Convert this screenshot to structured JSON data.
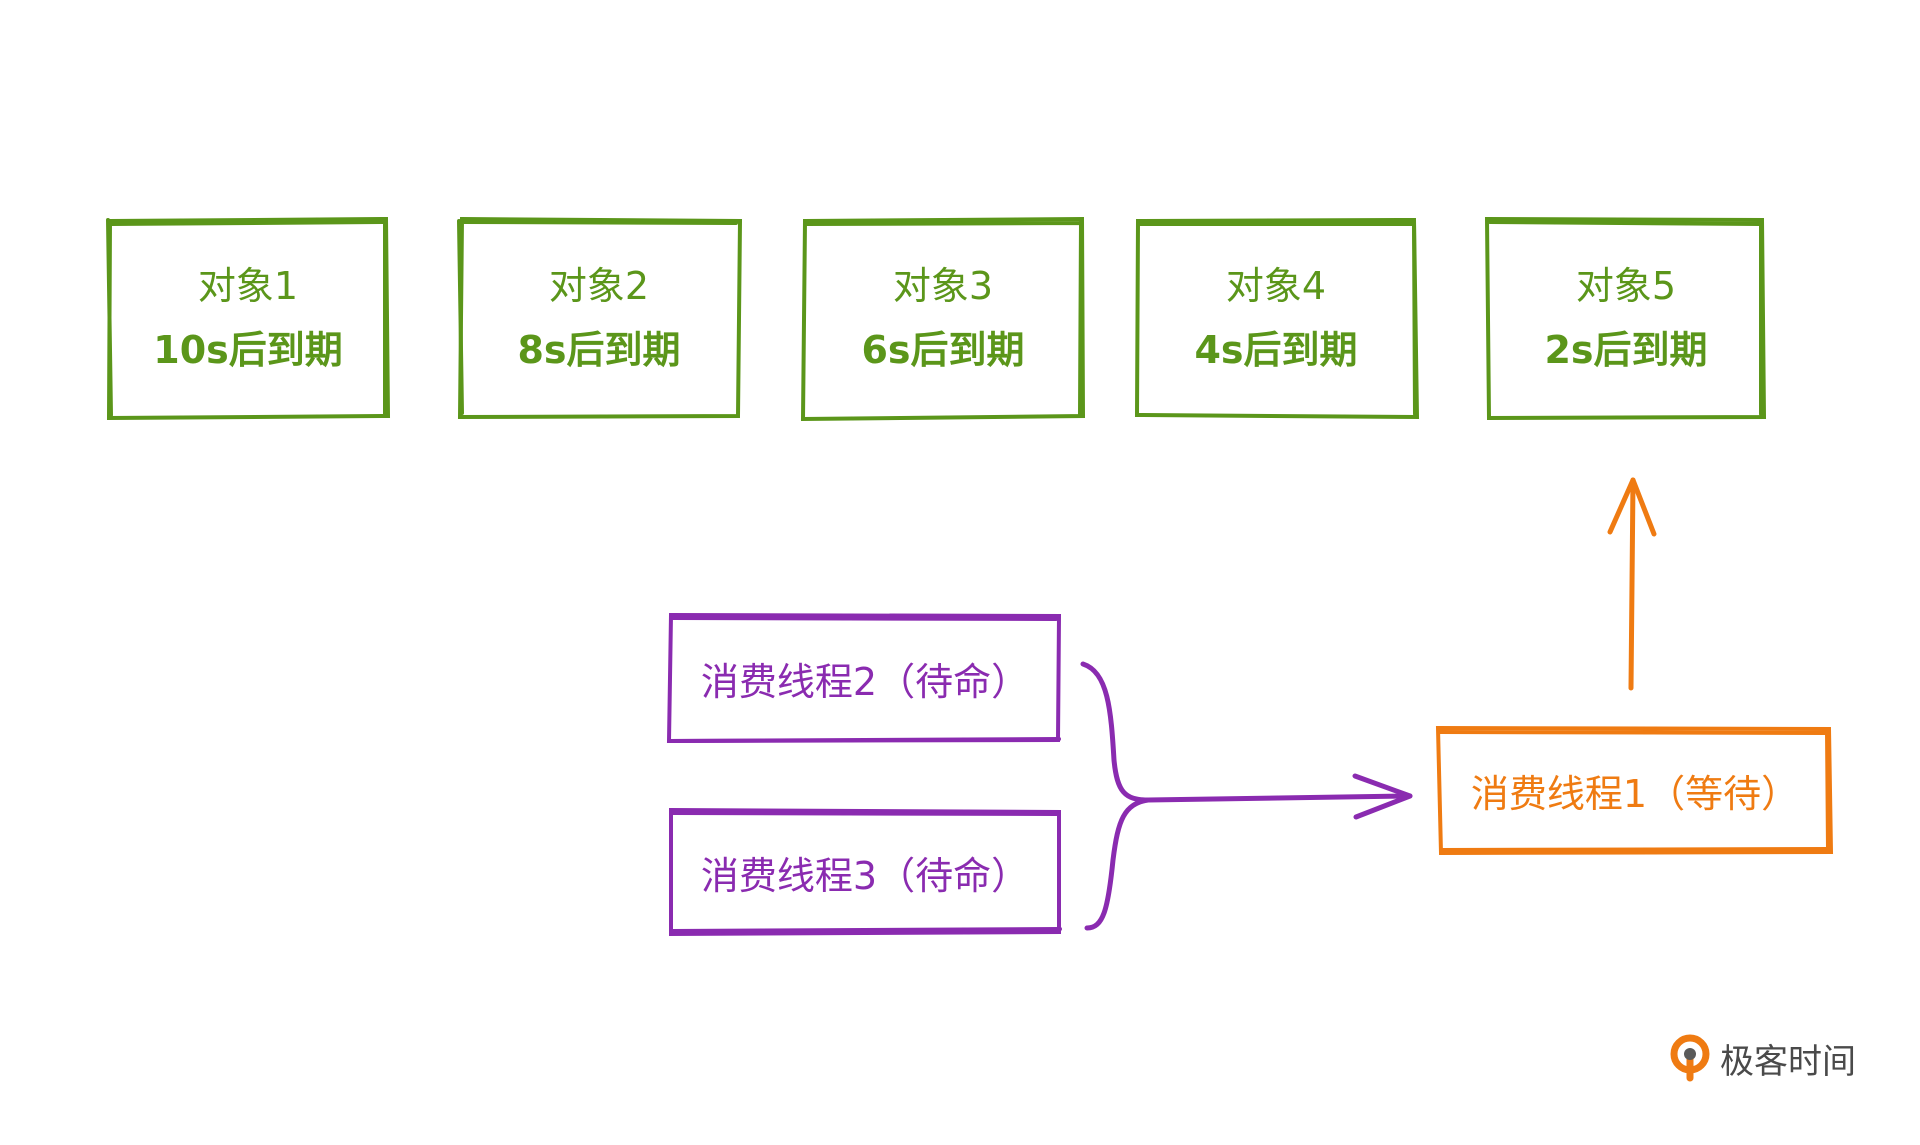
{
  "objects": [
    {
      "title": "对象1",
      "expiry": "10s后到期"
    },
    {
      "title": "对象2",
      "expiry": "8s后到期"
    },
    {
      "title": "对象3",
      "expiry": "6s后到期"
    },
    {
      "title": "对象4",
      "expiry": "4s后到期"
    },
    {
      "title": "对象5",
      "expiry": "2s后到期"
    }
  ],
  "threads": {
    "standby_2": "消费线程2（待命）",
    "standby_3": "消费线程3（待命）",
    "waiting_1": "消费线程1（等待）"
  },
  "logo": {
    "text": "极客时间",
    "icon": "geektime-logo-icon"
  },
  "colors": {
    "green": "#5b961a",
    "purple": "#8a2bb0",
    "orange": "#ef7b12"
  }
}
